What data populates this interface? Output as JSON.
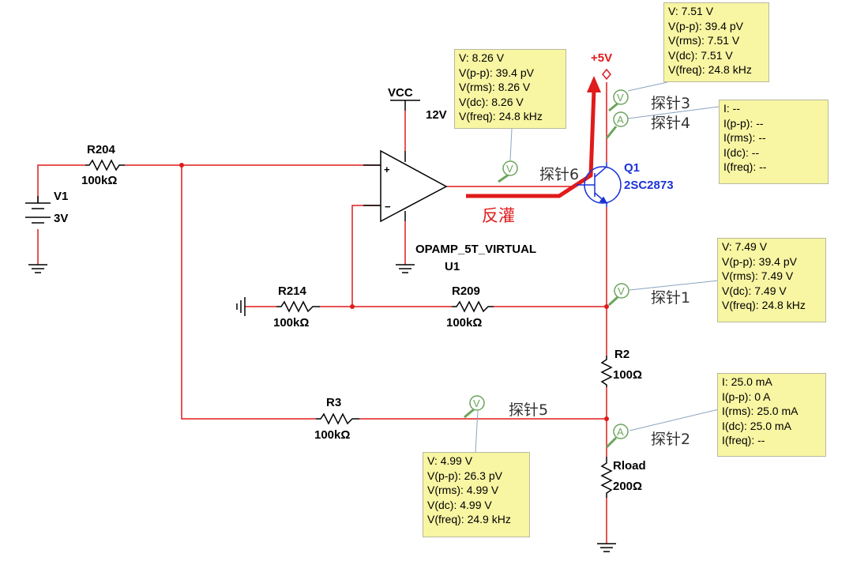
{
  "components": {
    "v1": {
      "name": "V1",
      "value": "3V"
    },
    "r204": {
      "name": "R204",
      "value": "100kΩ"
    },
    "r214": {
      "name": "R214",
      "value": "100kΩ"
    },
    "r209": {
      "name": "R209",
      "value": "100kΩ"
    },
    "r3": {
      "name": "R3",
      "value": "100kΩ"
    },
    "r2": {
      "name": "R2",
      "value": "100Ω"
    },
    "rload": {
      "name": "Rload",
      "value": "200Ω"
    },
    "vcc": {
      "name": "VCC",
      "value": "12V"
    },
    "supply": {
      "name": "+5V"
    },
    "opamp": {
      "model": "OPAMP_5T_VIRTUAL",
      "ref": "U1",
      "plus": "+",
      "minus": "−"
    },
    "q1": {
      "name": "Q1",
      "model": "2SC2873"
    }
  },
  "annotation": "反灌",
  "probes": {
    "p1": {
      "label": "探针1",
      "type": "V",
      "readings": [
        "V: 7.49 V",
        "V(p-p): 39.4 pV",
        "V(rms): 7.49 V",
        "V(dc): 7.49 V",
        "V(freq): 24.8 kHz"
      ]
    },
    "p2": {
      "label": "探针2",
      "type": "A",
      "readings": [
        "I: 25.0 mA",
        "I(p-p): 0 A",
        "I(rms): 25.0 mA",
        "I(dc): 25.0 mA",
        "I(freq): --"
      ]
    },
    "p3": {
      "label": "探针3",
      "type": "V",
      "readings": [
        "V: 7.51 V",
        "V(p-p): 39.4 pV",
        "V(rms): 7.51 V",
        "V(dc): 7.51 V",
        "V(freq): 24.8 kHz"
      ]
    },
    "p4": {
      "label": "探针4",
      "type": "A",
      "readings": [
        "I: --",
        "I(p-p): --",
        "I(rms): --",
        "I(dc): --",
        "I(freq): --"
      ]
    },
    "p5": {
      "label": "探针5",
      "type": "V",
      "readings": [
        "V: 4.99 V",
        "V(p-p): 26.3 pV",
        "V(rms): 4.99 V",
        "V(dc): 4.99 V",
        "V(freq): 24.9 kHz"
      ]
    },
    "p6": {
      "label": "探针6",
      "type": "V",
      "readings": [
        "V: 8.26 V",
        "V(p-p): 39.4 pV",
        "V(rms): 8.26 V",
        "V(dc): 8.26 V",
        "V(freq): 24.8 kHz"
      ]
    }
  },
  "colors": {
    "wire": "#e01b1b",
    "component": "#000000",
    "transistor": "#1a33d6",
    "probe": "#6ba45c",
    "box_bg": "#f8f5a3"
  }
}
